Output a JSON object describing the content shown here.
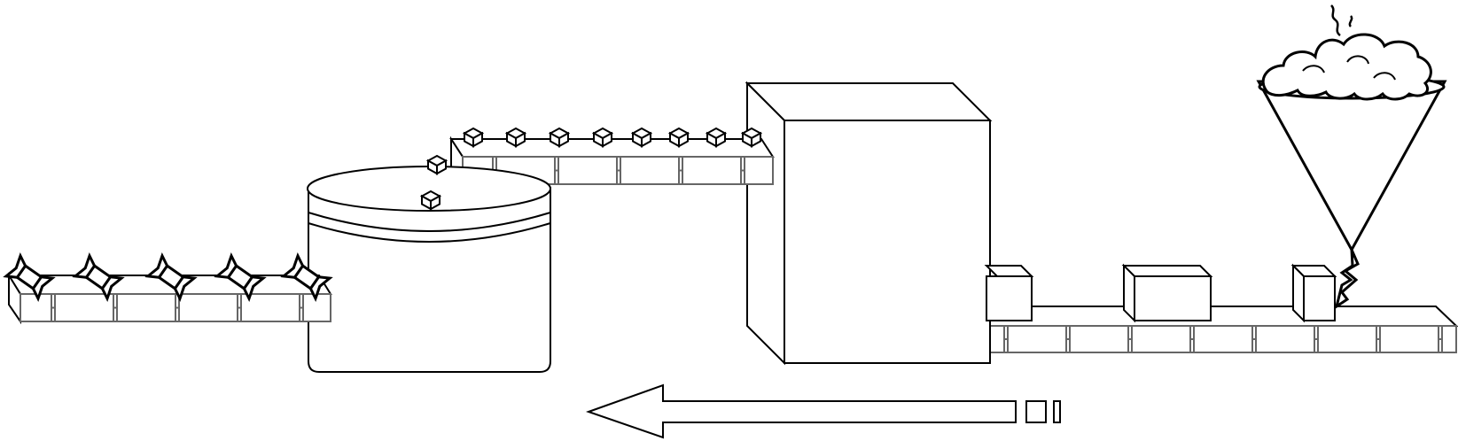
{
  "diagram": {
    "kind": "production-line-schematic",
    "text_labels": [],
    "colors": {
      "stroke": "#000000",
      "belt_stroke": "#666666",
      "fill": "#ffffff"
    },
    "icons": [
      "cloud-icon",
      "steam-icon",
      "funnel-icon",
      "pour-stream-icon",
      "box-icon",
      "machine-cube-icon",
      "small-cube-icon",
      "tank-icon",
      "wrapped-candy-icon",
      "flow-arrow-icon"
    ],
    "belts": {
      "output_belt_wrapped_items": 5,
      "elevated_belt_cubes": 8,
      "input_belt_boxes": 3
    },
    "tank_cubes": 2
  }
}
